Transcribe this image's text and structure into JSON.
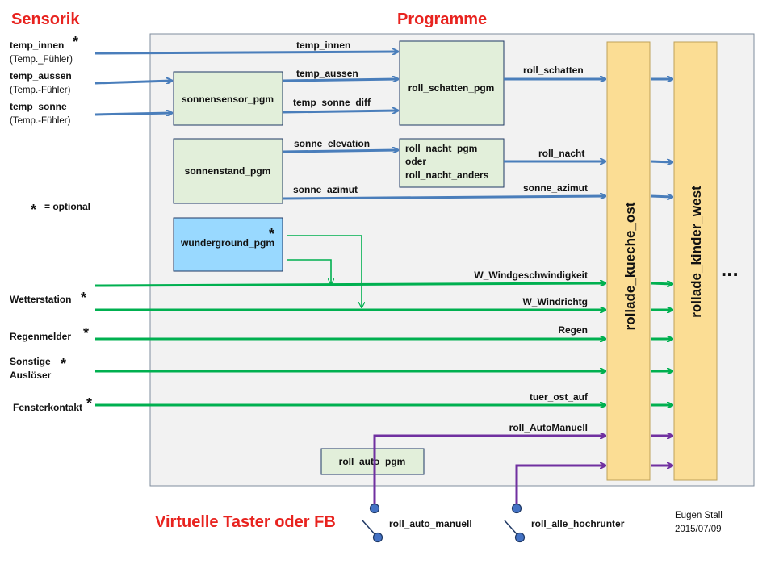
{
  "headings": {
    "sensorik": "Sensorik",
    "programme": "Programme",
    "virtual": "Virtuelle  Taster oder FB"
  },
  "sensors": {
    "temp_innen": "temp_innen",
    "temp_innen_sub": "(Temp._Fühler)",
    "temp_aussen": "temp_aussen",
    "temp_aussen_sub": "(Temp.-Fühler)",
    "temp_sonne": "temp_sonne",
    "temp_sonne_sub": "(Temp.-Fühler)",
    "optional_note": "= optional",
    "wetterstation": "Wetterstation",
    "regenmelder": "Regenmelder",
    "sonstige_1": "Sonstige",
    "sonstige_2": "Auslöser",
    "fensterkontakt": "Fensterkontakt",
    "star": "*"
  },
  "programs": {
    "sonnensensor": "sonnensensor_pgm",
    "sonnenstand": "sonnenstand_pgm",
    "wunderground": "wunderground_pgm",
    "roll_schatten": "roll_schatten_pgm",
    "roll_nacht_1": "roll_nacht_pgm",
    "roll_nacht_2": "oder",
    "roll_nacht_3": "roll_nacht_anders",
    "roll_auto": "roll_auto_pgm"
  },
  "signals": {
    "temp_innen": "temp_innen",
    "temp_aussen": "temp_aussen",
    "temp_sonne_diff": "temp_sonne_diff",
    "sonne_elevation": "sonne_elevation",
    "sonne_azimut_left": "sonne_azimut",
    "roll_schatten": "roll_schatten",
    "roll_nacht": "roll_nacht",
    "sonne_azimut_right": "sonne_azimut",
    "w_windgeschwindigkeit": "W_Windgeschwindigkeit",
    "w_windrichtg": "W_Windrichtg",
    "regen": "Regen",
    "tuer_ost_auf": "tuer_ost_auf",
    "roll_automanuell": "roll_AutoManuell"
  },
  "actuators": {
    "kueche_ost": "rollade_kueche_ost",
    "kinder_west": "rollade_kinder_west",
    "more": "..."
  },
  "switches": {
    "roll_auto_manuell": "roll_auto_manuell",
    "roll_alle_hochrunter": "roll_alle_hochrunter"
  },
  "author": {
    "name": "Eugen Stall",
    "date": "2015/07/09"
  },
  "colors": {
    "blue_line": "#4a7ebb",
    "green_line": "#00b050",
    "purple_line": "#7030a0",
    "program_box": "#e2efda",
    "wunderground_box": "#99d9ff",
    "actuator_box": "#ffe699",
    "heading": "#e8231f"
  }
}
